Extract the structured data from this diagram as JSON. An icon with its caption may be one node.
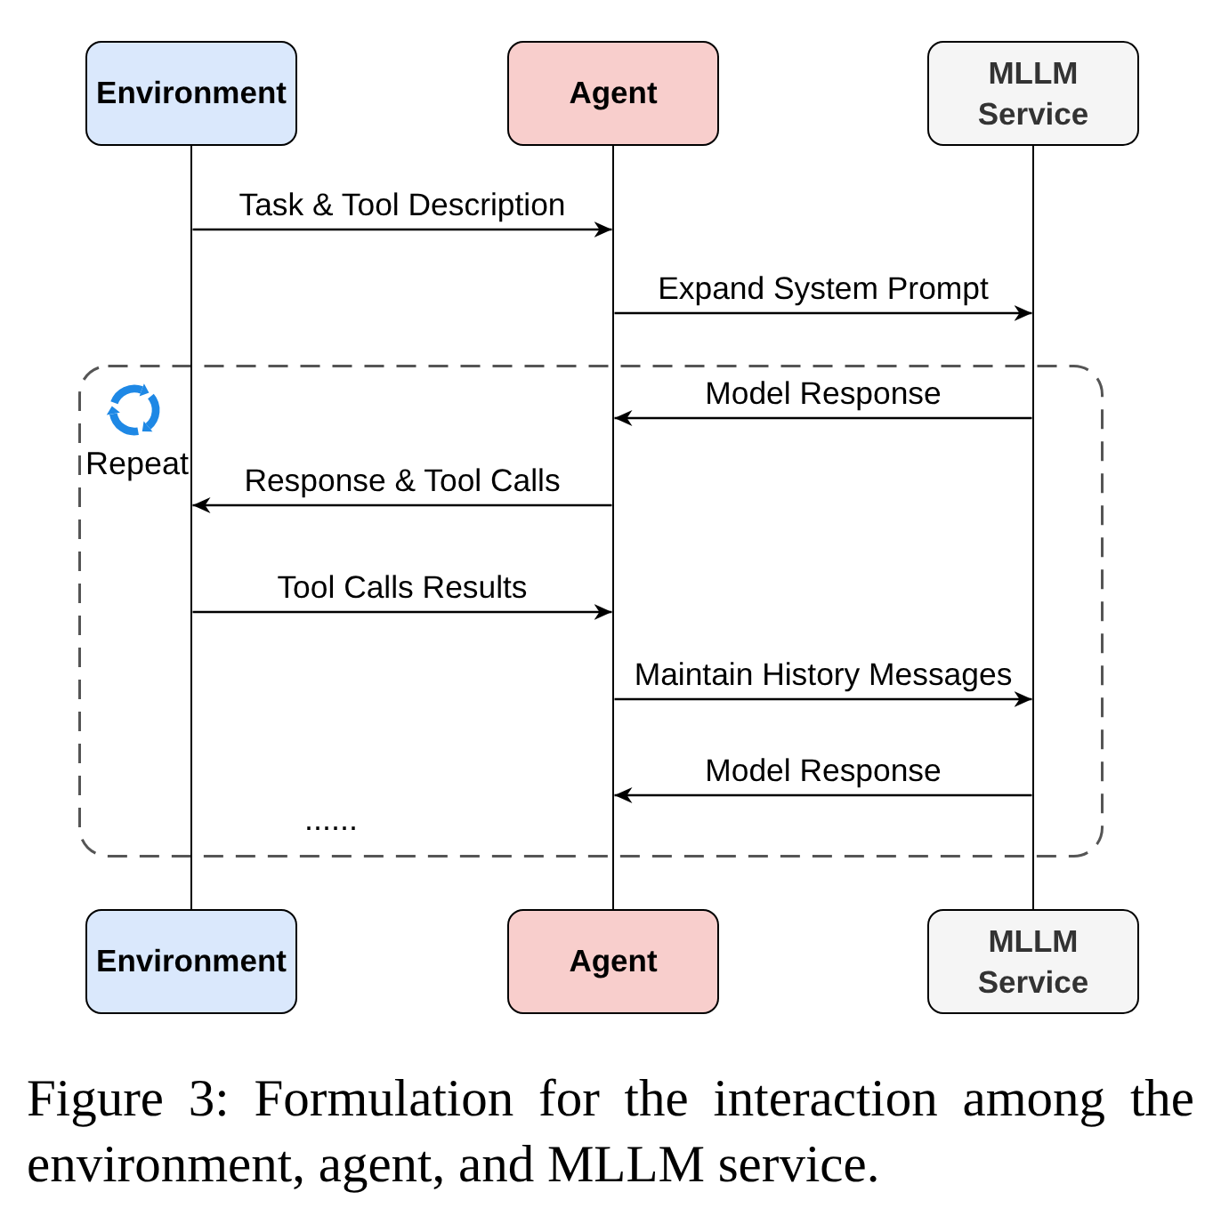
{
  "diagram": {
    "nodes": [
      {
        "text": [
          "Environment"
        ]
      },
      {
        "text": [
          "Agent"
        ]
      },
      {
        "text": [
          "MLLM Service"
        ]
      },
      {
        "text": [],
        "shape": "bar"
      },
      {
        "text": [],
        "shape": "bar"
      },
      {
        "text": [],
        "shape": "bar"
      },
      {
        "text": [
          "Environment"
        ]
      },
      {
        "text": [
          "Agent"
        ]
      },
      {
        "text": [
          "MLLM Service"
        ]
      }
    ],
    "edges": [
      {
        "from": 3,
        "to": 4,
        "arrow": "to",
        "label": "Task & Tool Description"
      },
      {
        "from": 4,
        "to": 5,
        "arrow": "to",
        "label": "Expand System Prompt"
      },
      {
        "from": 5,
        "to": 4,
        "arrow": "to",
        "label": "Model Response"
      },
      {
        "from": 4,
        "to": 3,
        "arrow": "to",
        "label": "Response & Tool Calls"
      },
      {
        "from": 3,
        "to": 4,
        "arrow": "to",
        "label": "Tool Calls Results"
      },
      {
        "from": 4,
        "to": 5,
        "arrow": "to",
        "label": "Maintain History Messages"
      },
      {
        "from": 5,
        "to": 4,
        "arrow": "to",
        "label": "Model Response"
      }
    ],
    "labels": [
      "Repeat",
      "......"
    ],
    "caption": "Figure 3: Formulation for the interaction among the environment, agent, and MLLM service."
  }
}
